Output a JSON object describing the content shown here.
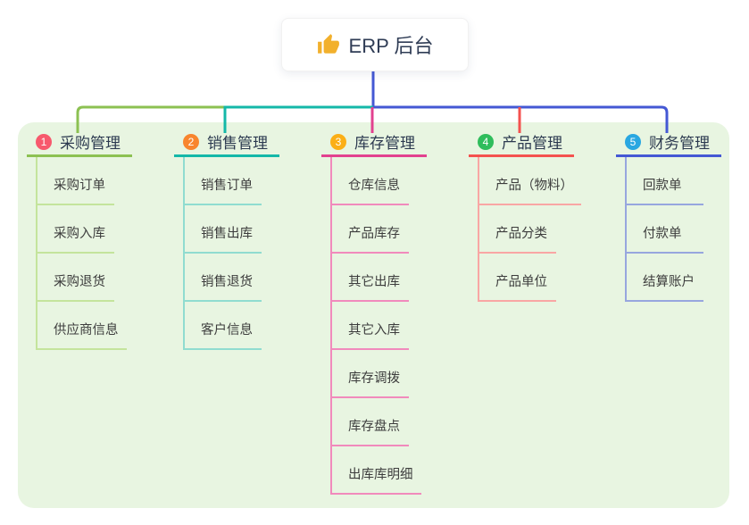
{
  "root": {
    "label": "ERP 后台",
    "icon": "thumbs-up-icon",
    "icon_color": "#f2b02c",
    "connector_color": "#4458d4"
  },
  "panel": {
    "background": "#e8f5e1"
  },
  "branches": [
    {
      "number": "1",
      "label": "采购管理",
      "badge_color": "#f7596d",
      "line_color": "#8cc152",
      "light_line_color": "#c4e49c",
      "items": [
        "采购订单",
        "采购入库",
        "采购退货",
        "供应商信息"
      ]
    },
    {
      "number": "2",
      "label": "销售管理",
      "badge_color": "#f8852e",
      "line_color": "#14b8a8",
      "light_line_color": "#90dcd0",
      "items": [
        "销售订单",
        "销售出库",
        "销售退货",
        "客户信息"
      ]
    },
    {
      "number": "3",
      "label": "库存管理",
      "badge_color": "#fbaf16",
      "line_color": "#e2418f",
      "light_line_color": "#f18abc",
      "items": [
        "仓库信息",
        "产品库存",
        "其它出库",
        "其它入库",
        "库存调拨",
        "库存盘点",
        "出库库明细"
      ]
    },
    {
      "number": "4",
      "label": "产品管理",
      "badge_color": "#2fbd5c",
      "line_color": "#f4524f",
      "light_line_color": "#f9a6a4",
      "items": [
        "产品（物料）",
        "产品分类",
        "产品单位"
      ]
    },
    {
      "number": "5",
      "label": "财务管理",
      "badge_color": "#29a7e1",
      "line_color": "#4458d4",
      "light_line_color": "#97a6de",
      "items": [
        "回款单",
        "付款单",
        "结算账户"
      ]
    }
  ]
}
